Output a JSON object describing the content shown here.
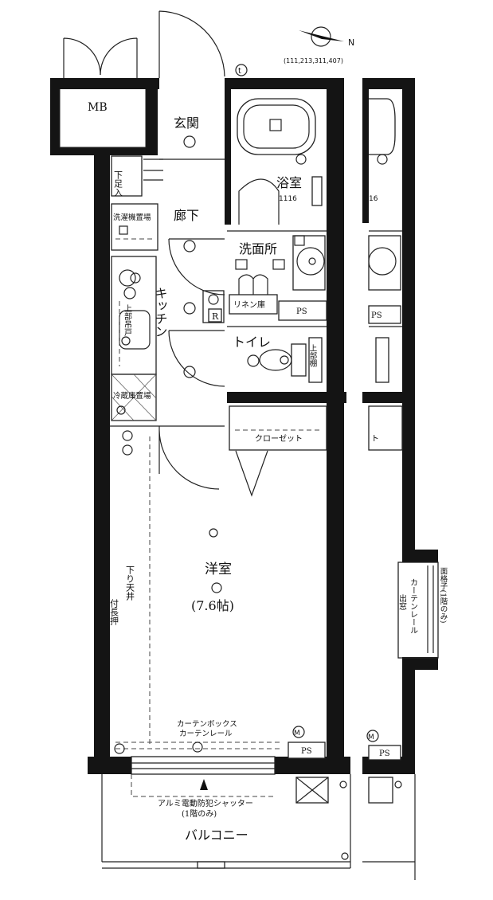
{
  "compass": {
    "north_label": "N",
    "ref_code": "(111,213,311,407)"
  },
  "rooms": {
    "mb": "MB",
    "entrance": "玄関",
    "bath": "浴室",
    "bath_size": "1116",
    "hall": "廊下",
    "shoe_box": "下足入",
    "washer_space": "洗濯機置場",
    "washroom": "洗面所",
    "kitchen": "キッチン",
    "upper_cabinet": "上部吊戸",
    "linen": "リネン庫",
    "ps": "PS",
    "toilet": "トイレ",
    "upper_shelf": "上部棚",
    "fridge_space": "冷蔵庫置場",
    "closet": "クローゼット",
    "western_room": "洋室",
    "room_size": "(7.6帖)",
    "lowered_ceiling": "下り天井",
    "long_drawer": "付長押",
    "curtain_box": "カーテンボックス",
    "curtain_rail": "カーテンレール",
    "shutter": "アルミ電動防犯シャッター",
    "shutter_note": "(1階のみ)",
    "balcony": "バルコニー",
    "bay_window": "出窓",
    "side_curtain_rail": "カーテンレール",
    "grille": "面格子(1階のみ)"
  },
  "symbols": {
    "refrigerator": "R",
    "meter": "M",
    "tel": "t"
  },
  "neighbor": {
    "bath_size": "16",
    "ps": "PS",
    "closet_fragment": "ト",
    "meter": "M"
  },
  "colors": {
    "wall": "#141414",
    "line": "#222222",
    "background": "#ffffff"
  }
}
